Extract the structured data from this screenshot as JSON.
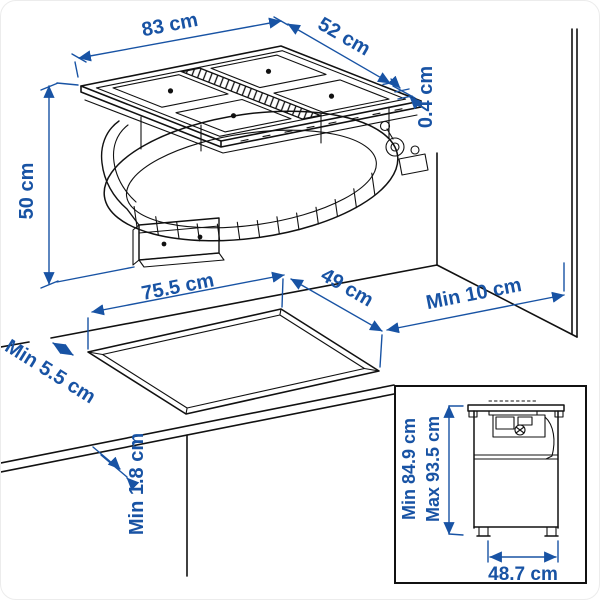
{
  "colors": {
    "accent": "#1853a4",
    "line": "#111111",
    "background": "#ffffff"
  },
  "diagram": {
    "unit": "cm",
    "hob": {
      "width": "83 cm",
      "depth": "52 cm",
      "thickness": "0.4 cm",
      "height_below": "50 cm"
    },
    "worktop": {
      "cutout_width": "75.5 cm",
      "cutout_depth": "49 cm",
      "clearance_side": "Min 10 cm",
      "clearance_edge": "Min 5.5 cm",
      "thickness": "Min 1.8 cm"
    },
    "cabinet": {
      "height_min": "Min 84.9 cm",
      "height_max": "Max 93.5 cm",
      "width": "48.7 cm"
    }
  }
}
